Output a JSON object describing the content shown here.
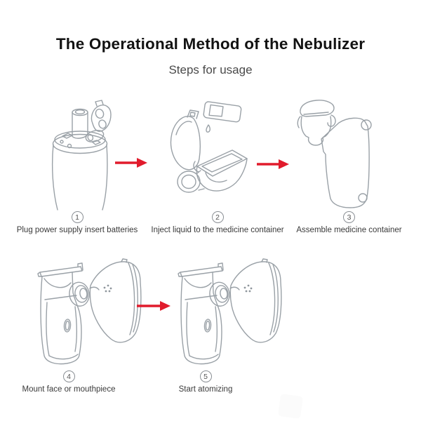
{
  "header": {
    "title": "The Operational Method of the Nebulizer",
    "subtitle": "Steps for usage"
  },
  "steps": [
    {
      "number": "1",
      "label": "Plug power supply insert batteries",
      "illustration": "nebulizer-body-with-batteries"
    },
    {
      "number": "2",
      "label": "Inject liquid to the medicine container",
      "illustration": "medicine-container-being-filled"
    },
    {
      "number": "3",
      "label": "Assemble medicine container",
      "illustration": "container-attached-to-body"
    },
    {
      "number": "4",
      "label": "Mount face or mouthpiece",
      "illustration": "device-with-face-mask"
    },
    {
      "number": "5",
      "label": "Start atomizing",
      "illustration": "device-atomizing-with-mask"
    }
  ],
  "arrows": {
    "count": 3,
    "color": "#e11b2c",
    "direction": "right"
  },
  "colors": {
    "background": "#ffffff",
    "title_text": "#121212",
    "subtitle_text": "#4a4a4a",
    "caption_text": "#3a3a3a",
    "line_art": "#9aa1a7",
    "arrow": "#e11b2c"
  }
}
